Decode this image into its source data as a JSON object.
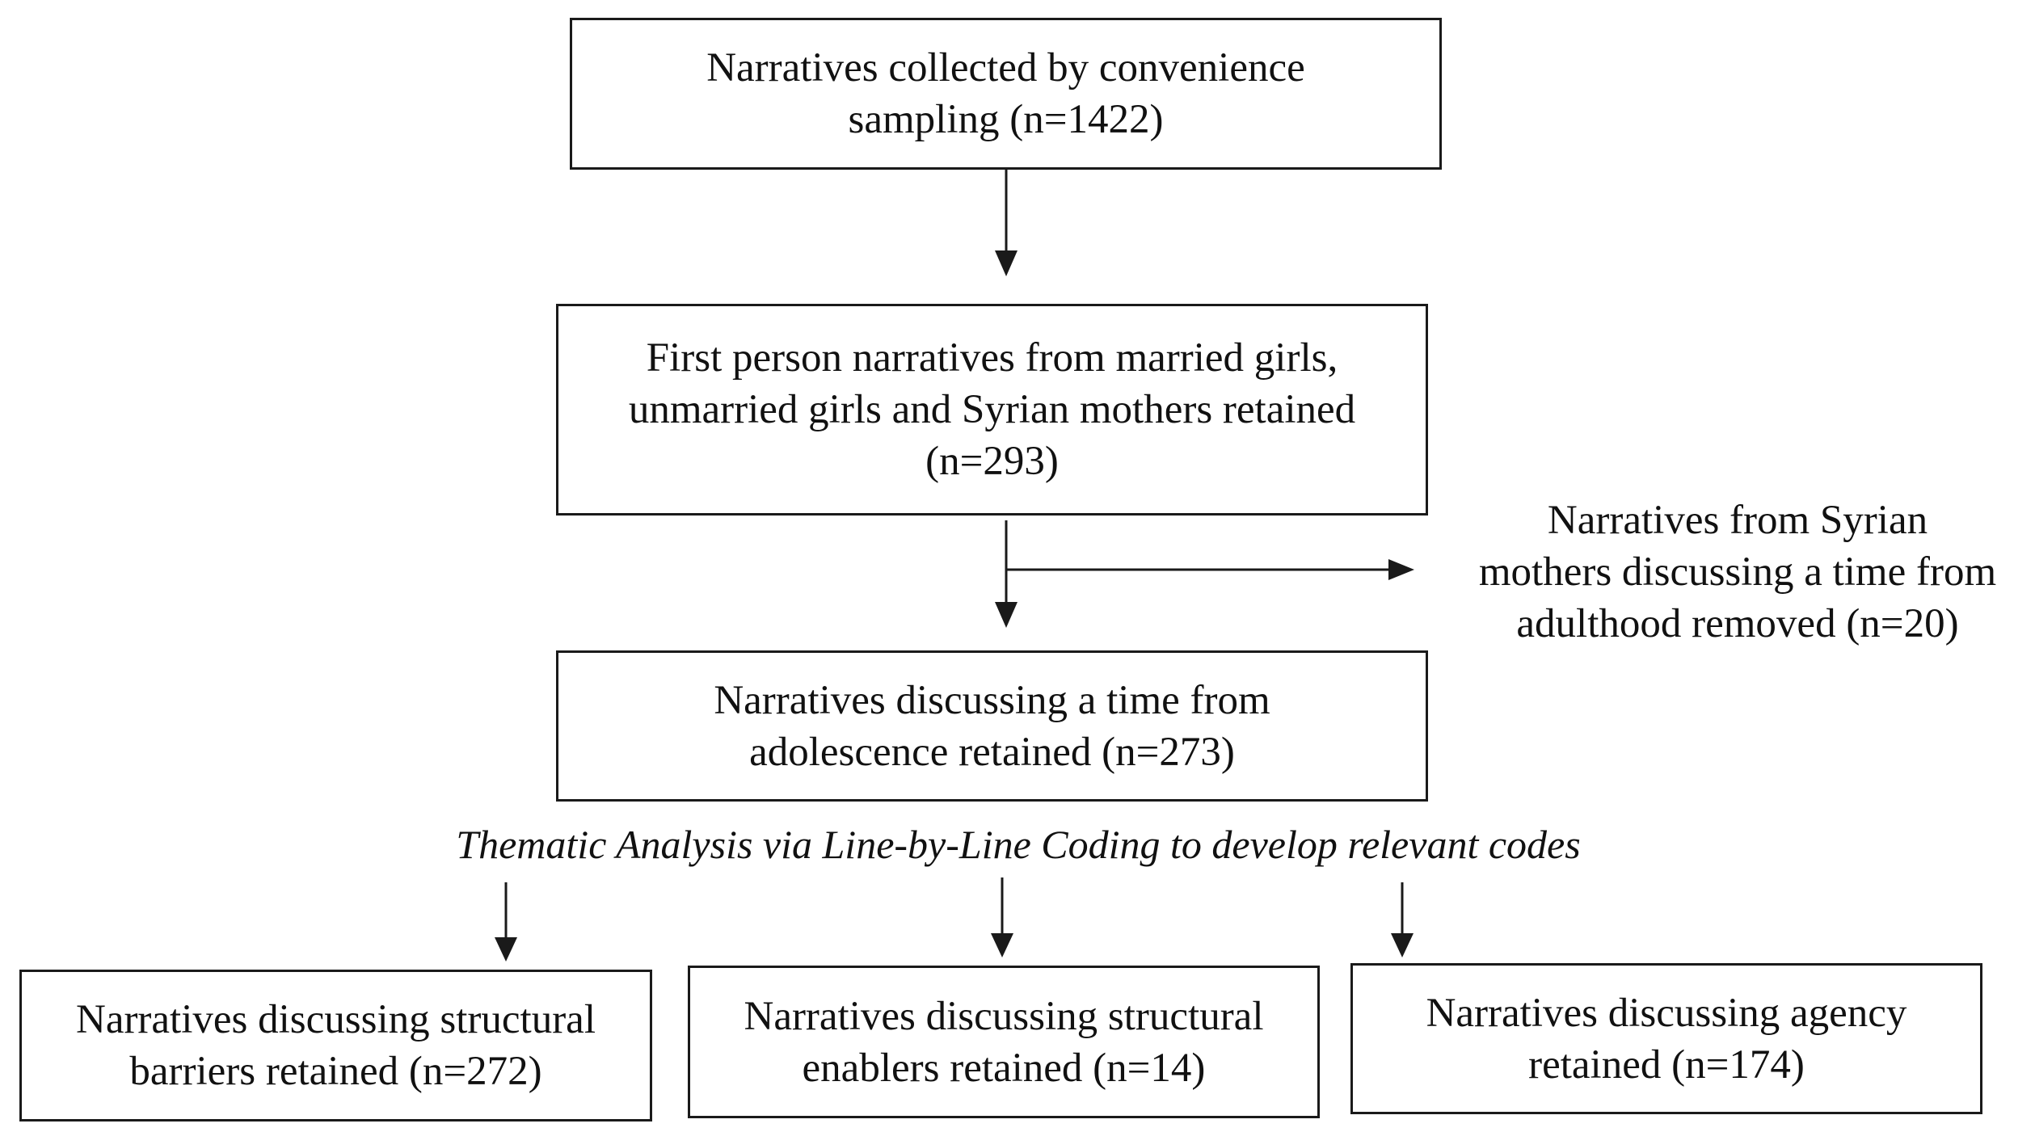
{
  "diagram": {
    "steps": {
      "collected": "Narratives collected by convenience\nsampling (n=1422)",
      "first_person": "First person narratives from married girls,\nunmarried girls and Syrian mothers retained\n(n=293)",
      "removed": "Narratives from Syrian\nmothers discussing a time from\nadulthood removed (n=20)",
      "adolescence": "Narratives discussing a time from\nadolescence retained (n=273)",
      "analysis": "Thematic Analysis via Line-by-Line Coding to develop relevant codes"
    },
    "outcomes": {
      "barriers": "Narratives discussing structural\nbarriers retained (n=272)",
      "enablers": "Narratives discussing structural\nenablers retained (n=14)",
      "agency": "Narratives discussing agency\nretained (n=174)"
    }
  }
}
